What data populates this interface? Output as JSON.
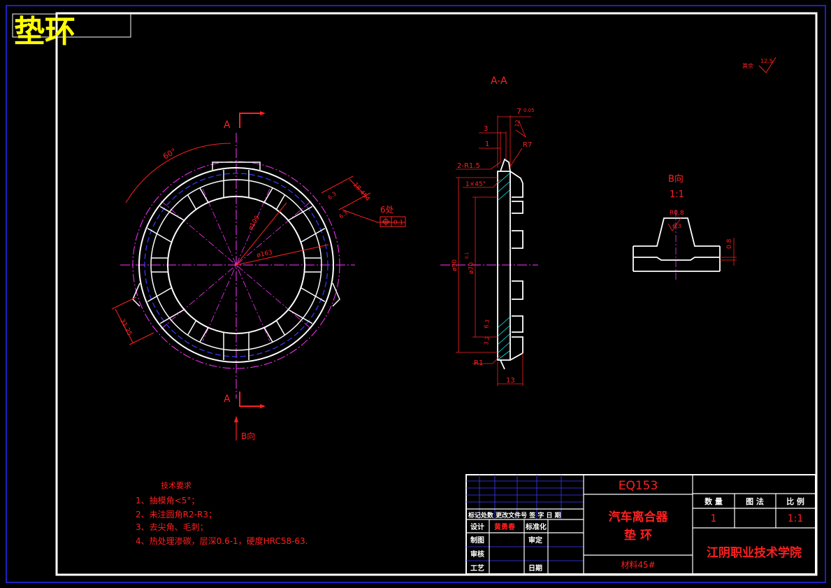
{
  "corner_title": "垫环",
  "roughness_general": {
    "prefix": "其余",
    "value": "12.5"
  },
  "front_view": {
    "section_mark": "A",
    "section_mark_bottom": "A",
    "view_arrow": "B向",
    "angle_60": "60°",
    "dim_18": "18.454",
    "dim_6": "6处",
    "tolerance_value": "0.1",
    "dim_phi109": "ø109",
    "dim_phi163": "ø163",
    "dim_side": "31.25",
    "rough_63a": "6.3",
    "rough_63b": "6.3"
  },
  "section_view": {
    "title": "A-A",
    "dim_7": "7",
    "dim_7_tol": "0.05",
    "dim_3": "3",
    "dim_1": "1",
    "dim_r7": "R7",
    "dim_2r15": "2-R1.5",
    "dim_chamfer": "1×45°",
    "dim_phi90": "ø90",
    "dim_phi70": "ø70",
    "dim_phi70_tol": "0.1",
    "dim_r1": "R1",
    "dim_13": "13",
    "rough_12": "12",
    "rough_63": "6.3",
    "rough_32": "3.2"
  },
  "detail_view": {
    "title": "B向",
    "scale": "1:1",
    "dim_r08": "R0.8",
    "rough_63": "6.3",
    "dim_08": "0.8"
  },
  "tech_requirements": {
    "heading": "技术要求",
    "items": [
      "1、抽模角<5°；",
      "2、未注圆角R2-R3；",
      "3、去尖角、毛刺；",
      "4、热处理渗碳，层深0.6-1，硬度HRC58-63."
    ]
  },
  "title_block": {
    "drawing_code": "EQ153",
    "part_title_1": "汽车离合器",
    "part_title_2": "垫 环",
    "material": "材料45#",
    "header_qty": "数 量",
    "header_fig": "图 法",
    "header_scale": "比 例",
    "qty": "1",
    "scale": "1:1",
    "institution": "江阴职业技术学院",
    "revision_header": "标记处数 更改文件号 签 字 日 期",
    "design_label": "设计",
    "designer": "黄勇春",
    "standard_label": "标准化",
    "draw_label": "制图",
    "review_label": "审定",
    "check_label": "审核",
    "process_label": "工艺",
    "date_label": "日期"
  },
  "colors": {
    "background": "#000000",
    "frame": "#ffffff",
    "outer_border": "#2a2aff",
    "part_line": "#ffffff",
    "dimension": "#ff2020",
    "center_line": "#ff33ff",
    "hidden_circle": "#3b3bff",
    "hatch": "#00ffff",
    "title_yellow": "#ffff00"
  }
}
